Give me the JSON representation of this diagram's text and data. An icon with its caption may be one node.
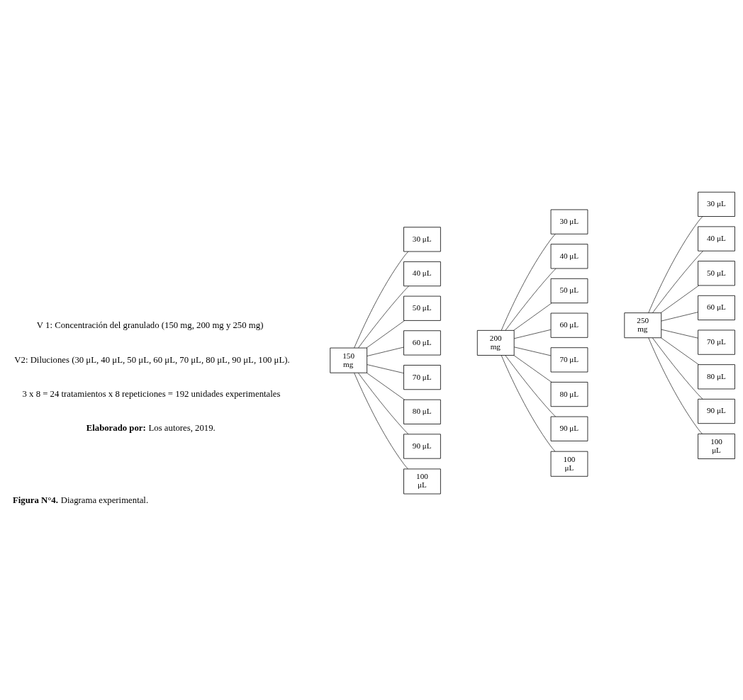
{
  "diagram": {
    "caption": "**Figura N°4.** Diagrama experimental.",
    "nodes": [
      {
        "text": [
          "150 mg"
        ]
      },
      {
        "text": [
          "30 μL"
        ]
      },
      {
        "text": [
          "40 μL"
        ]
      },
      {
        "text": [
          "50 μL"
        ]
      },
      {
        "text": [
          "60 μL"
        ]
      },
      {
        "text": [
          "70 μL"
        ]
      },
      {
        "text": [
          "80 μL"
        ]
      },
      {
        "text": [
          "90 μL"
        ]
      },
      {
        "text": [
          "100 μL"
        ]
      },
      {
        "text": [
          "200 mg"
        ]
      },
      {
        "text": [
          "30 μL"
        ]
      },
      {
        "text": [
          "40 μL"
        ]
      },
      {
        "text": [
          "50 μL"
        ]
      },
      {
        "text": [
          "60 μL"
        ]
      },
      {
        "text": [
          "70 μL"
        ]
      },
      {
        "text": [
          "80 μL"
        ]
      },
      {
        "text": [
          "90 μL"
        ]
      },
      {
        "text": [
          "100 μL"
        ]
      },
      {
        "text": [
          "250 mg"
        ]
      },
      {
        "text": [
          "30 μL"
        ]
      },
      {
        "text": [
          "40 μL"
        ]
      },
      {
        "text": [
          "50 μL"
        ]
      },
      {
        "text": [
          "60 μL"
        ]
      },
      {
        "text": [
          "70 μL"
        ]
      },
      {
        "text": [
          "80 μL"
        ]
      },
      {
        "text": [
          "90 μL"
        ]
      },
      {
        "text": [
          "100 μL"
        ]
      }
    ],
    "edges": [
      {
        "from": 0,
        "to": 1,
        "arrow": "none"
      },
      {
        "from": 0,
        "to": 2,
        "arrow": "none"
      },
      {
        "from": 0,
        "to": 3,
        "arrow": "none"
      },
      {
        "from": 0,
        "to": 4,
        "arrow": "none"
      },
      {
        "from": 0,
        "to": 5,
        "arrow": "none"
      },
      {
        "from": 0,
        "to": 6,
        "arrow": "none"
      },
      {
        "from": 0,
        "to": 7,
        "arrow": "none"
      },
      {
        "from": 0,
        "to": 8,
        "arrow": "none"
      },
      {
        "from": 9,
        "to": 10,
        "arrow": "none"
      },
      {
        "from": 9,
        "to": 11,
        "arrow": "none"
      },
      {
        "from": 9,
        "to": 12,
        "arrow": "none"
      },
      {
        "from": 9,
        "to": 13,
        "arrow": "none"
      },
      {
        "from": 9,
        "to": 14,
        "arrow": "none"
      },
      {
        "from": 9,
        "to": 15,
        "arrow": "none"
      },
      {
        "from": 9,
        "to": 16,
        "arrow": "none"
      },
      {
        "from": 9,
        "to": 17,
        "arrow": "none"
      },
      {
        "from": 18,
        "to": 19,
        "arrow": "none"
      },
      {
        "from": 18,
        "to": 20,
        "arrow": "none"
      },
      {
        "from": 18,
        "to": 21,
        "arrow": "none"
      },
      {
        "from": 18,
        "to": 22,
        "arrow": "none"
      },
      {
        "from": 18,
        "to": 23,
        "arrow": "none"
      },
      {
        "from": 18,
        "to": 24,
        "arrow": "none"
      },
      {
        "from": 18,
        "to": 25,
        "arrow": "none"
      },
      {
        "from": 18,
        "to": 26,
        "arrow": "none"
      }
    ],
    "labels": [
      "V 1: Concentración del granulado (150 mg, 200 mg y 250 mg)",
      "V2: Diluciones (30 μL, 40 μL, 50 μL, 60 μL, 70 μL, 80 μL, 90 μL, 100 μL).",
      "3 x 8 = 24 tratamientos x 8 repeticiones = 192 unidades experimentales",
      "**Elaborado por:** Los autores, 2019."
    ]
  }
}
